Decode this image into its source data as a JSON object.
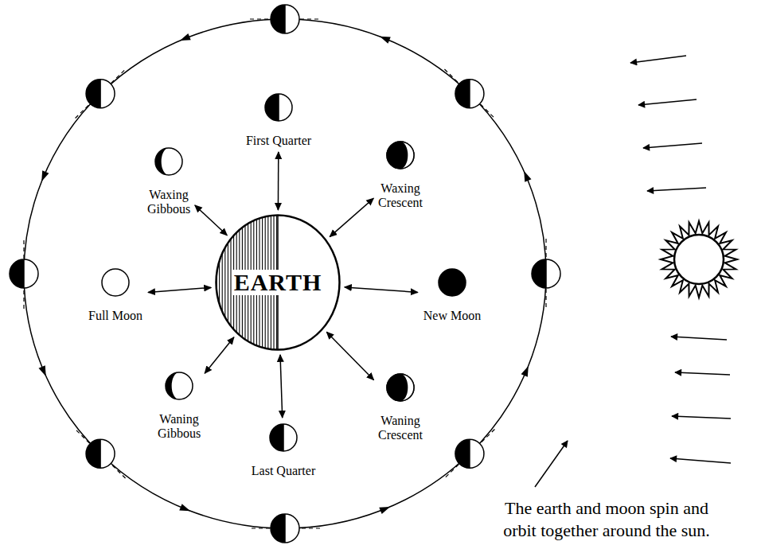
{
  "diagram": {
    "caption": "The earth and moon spin and orbit together around the sun.",
    "nodes": [
      {
        "text": [
          "First Quarter"
        ]
      },
      {
        "text": [
          "Waxing Gibbous"
        ]
      },
      {
        "text": [
          "Waxing Crescent"
        ]
      },
      {
        "text": [
          "Full Moon"
        ]
      },
      {
        "text": [
          "EARTH"
        ]
      },
      {
        "text": [
          "New Moon"
        ]
      },
      {
        "text": [
          "Waning Gibbous"
        ]
      },
      {
        "text": [
          "Waning Crescent"
        ]
      },
      {
        "text": [
          "Last Quarter"
        ]
      }
    ],
    "edges": [
      {
        "from": 4,
        "to": 0,
        "arrow": "both"
      },
      {
        "from": 4,
        "to": 1,
        "arrow": "both"
      },
      {
        "from": 4,
        "to": 2,
        "arrow": "both"
      },
      {
        "from": 4,
        "to": 3,
        "arrow": "both"
      },
      {
        "from": 4,
        "to": 5,
        "arrow": "both"
      },
      {
        "from": 4,
        "to": 6,
        "arrow": "both"
      },
      {
        "from": 4,
        "to": 7,
        "arrow": "both"
      },
      {
        "from": 4,
        "to": 8,
        "arrow": "both"
      }
    ]
  }
}
